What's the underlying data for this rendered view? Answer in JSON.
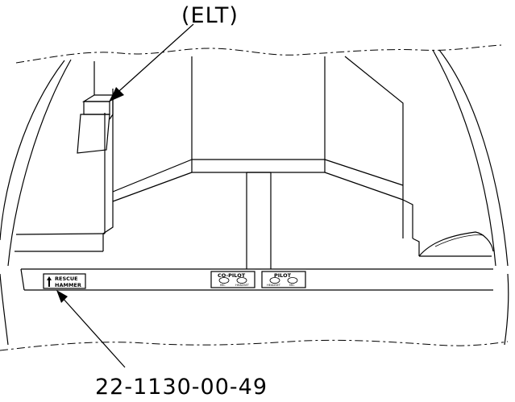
{
  "callouts": {
    "elt_label": "(ELT)",
    "part_number": "22-1130-00-49"
  },
  "placards": {
    "rescue_line1": "RESCUE",
    "rescue_line2": "HAMMER",
    "copilot_title": "CO-PILOT",
    "copilot_left": "MIC",
    "copilot_right": "HEADSET",
    "pilot_title": "PILOT",
    "pilot_left": "HEADSET",
    "pilot_right": "MIC"
  }
}
